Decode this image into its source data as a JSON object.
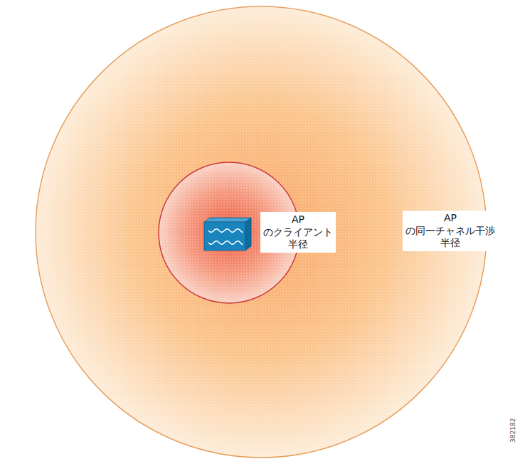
{
  "diagram": {
    "nodes": [
      {
        "text": [
          "AP の同一チャネル干渉 半径"
        ]
      },
      {
        "text": [
          "AP のクライアント 半径"
        ],
        "in": 0
      }
    ],
    "labels": [
      "382182"
    ]
  }
}
